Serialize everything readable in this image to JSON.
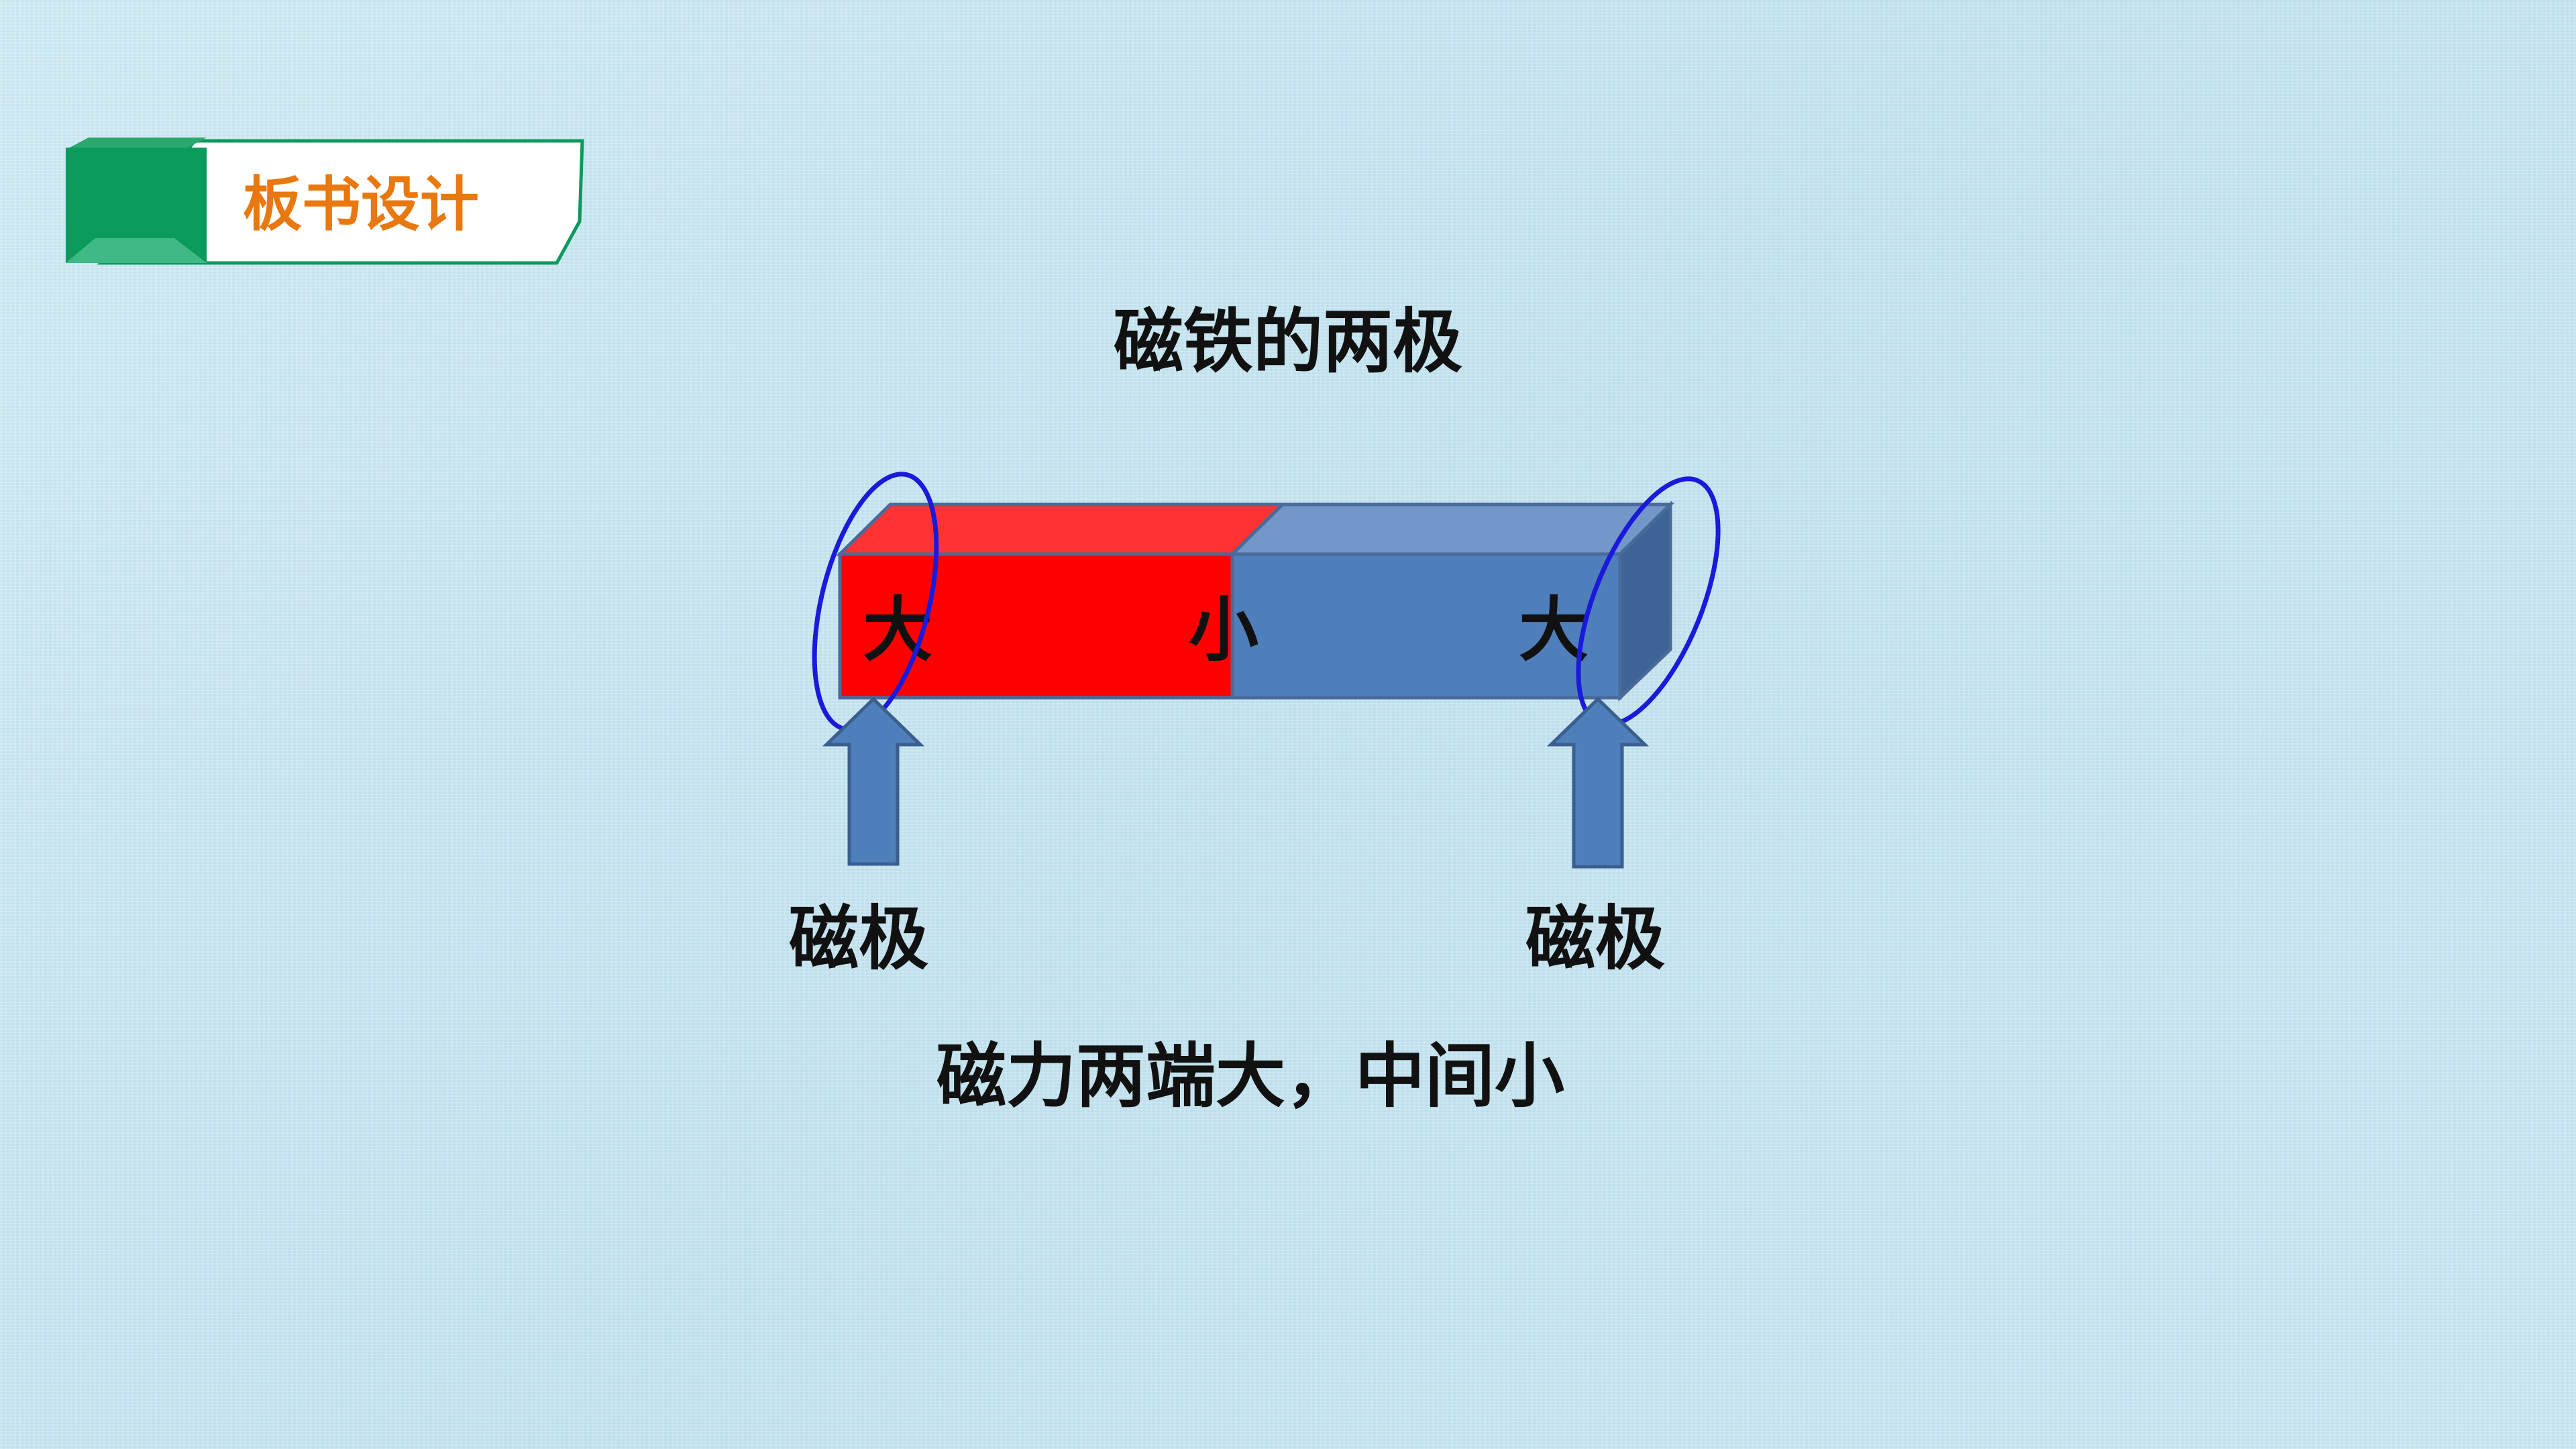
{
  "section_tab": {
    "label": "板书设计",
    "label_color": "#e8780f",
    "tab_color": "#0a9a5c"
  },
  "diagram": {
    "title": "磁铁的两极",
    "magnet": {
      "left_color": "#ff0000",
      "right_color": "#4f7fba",
      "labels": {
        "left_end": "大",
        "middle": "小",
        "right_end": "大"
      }
    },
    "circle_color": "#1a1adb",
    "arrow_color": "#4f7fba",
    "pole_labels": {
      "left": "磁极",
      "right": "磁极"
    },
    "conclusion": "磁力两端大，中间小"
  }
}
